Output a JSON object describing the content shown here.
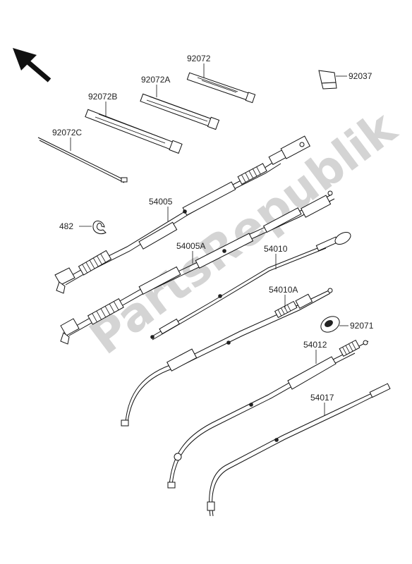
{
  "labels": {
    "p92072": "92072",
    "p92072a": "92072A",
    "p92072b": "92072B",
    "p92072c": "92072C",
    "p92037": "92037",
    "p54005": "54005",
    "p482": "482",
    "p54005a": "54005A",
    "p54010": "54010",
    "p54010a": "54010A",
    "p92071": "92071",
    "p54012": "54012",
    "p54017": "54017"
  },
  "watermark": "PartsRepublik",
  "colors": {
    "line": "#111111",
    "label": "#222222",
    "watermark": "#d4d4d4",
    "background": "#ffffff"
  },
  "icons": {
    "orientation_arrow": "arrow-up-left-icon"
  }
}
